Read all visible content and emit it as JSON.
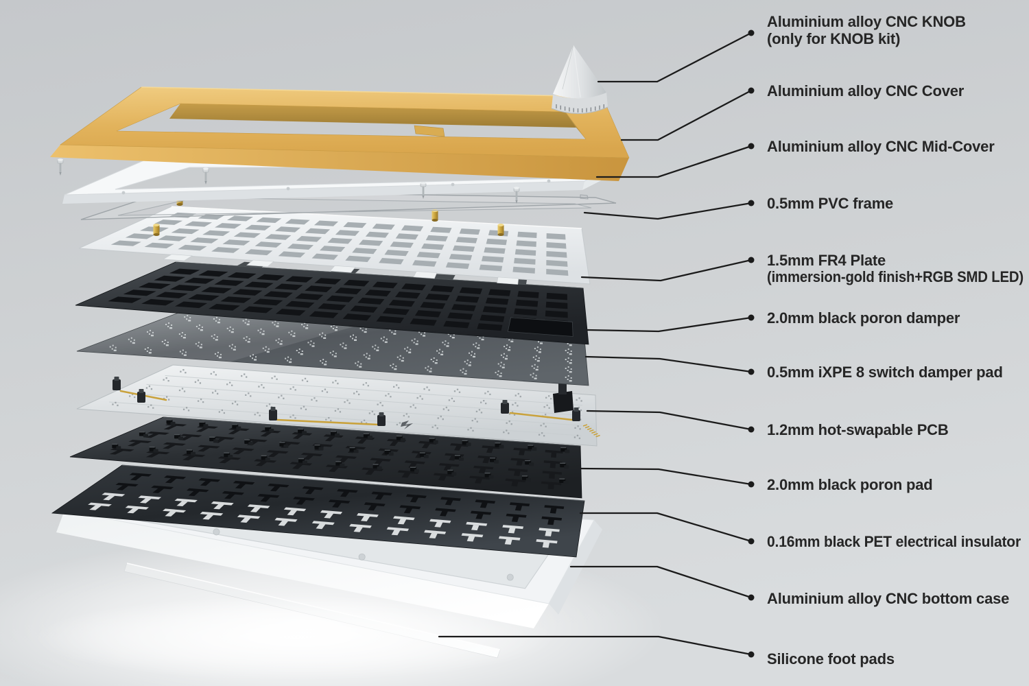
{
  "diagram": {
    "subject": "exploded view of a custom mechanical keyboard kit",
    "parts": [
      {
        "id": "knob",
        "label": "Aluminium alloy CNC KNOB",
        "label2": "(only for KNOB kit)"
      },
      {
        "id": "cover",
        "label": "Aluminium alloy CNC Cover"
      },
      {
        "id": "mid-cover",
        "label": "Aluminium alloy CNC Mid-Cover"
      },
      {
        "id": "pvc-frame",
        "label": "0.5mm PVC frame"
      },
      {
        "id": "fr4-plate",
        "label": "1.5mm FR4 Plate",
        "label2": "(immersion-gold finish+RGB SMD LED)"
      },
      {
        "id": "poron-damper",
        "label": "2.0mm black poron damper"
      },
      {
        "id": "ixpe-pad",
        "label": "0.5mm iXPE 8 switch damper pad"
      },
      {
        "id": "pcb",
        "label": "1.2mm hot-swapable PCB"
      },
      {
        "id": "poron-pad",
        "label": "2.0mm black poron pad"
      },
      {
        "id": "pet-insulator",
        "label": "0.16mm black PET electrical insulator"
      },
      {
        "id": "bottom-case",
        "label": "Aluminium alloy CNC bottom case"
      },
      {
        "id": "foot-pads",
        "label": "Silicone foot pads"
      }
    ],
    "colors": {
      "cover_gold": "#e2b35c",
      "plate_white": "#f2f4f5",
      "foam_black": "#2b2f33",
      "case_white": "#f4f6f7",
      "brass_standoff": "#c9a23c",
      "label_text": "#262626",
      "leader_line": "#1b1b1b",
      "background": "#cdd0d3"
    }
  }
}
